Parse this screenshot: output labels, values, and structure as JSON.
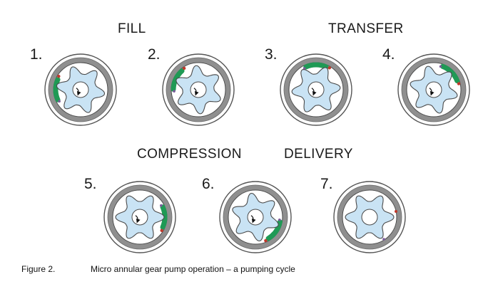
{
  "headings": {
    "fill": "FILL",
    "transfer": "TRANSFER",
    "compression": "COMPRESSION",
    "delivery": "DELIVERY"
  },
  "stages": [
    {
      "label": "1.",
      "heading": "fill",
      "fluid": "left"
    },
    {
      "label": "2.",
      "heading": "fill",
      "fluid": "upper-left"
    },
    {
      "label": "3.",
      "heading": "transfer",
      "fluid": "top"
    },
    {
      "label": "4.",
      "heading": "transfer",
      "fluid": "upper-right"
    },
    {
      "label": "5.",
      "heading": "compression",
      "fluid": "right"
    },
    {
      "label": "6.",
      "heading": "compression",
      "fluid": "lower-right"
    },
    {
      "label": "7.",
      "heading": "delivery",
      "fluid": "none"
    }
  ],
  "caption": {
    "label": "Figure 2.",
    "text": "Micro annular gear pump operation – a pumping cycle"
  },
  "colors": {
    "housing": "#8f8f8f",
    "housing_outline": "#555555",
    "rotor": "#c9e3f4",
    "rotor_outline": "#4a4a4a",
    "fluid": "#1f9a55",
    "marker": "#c0392b",
    "marker_alt": "#7a5a9a"
  },
  "icons": {
    "rotation": "clockwise-arrow-icon"
  }
}
